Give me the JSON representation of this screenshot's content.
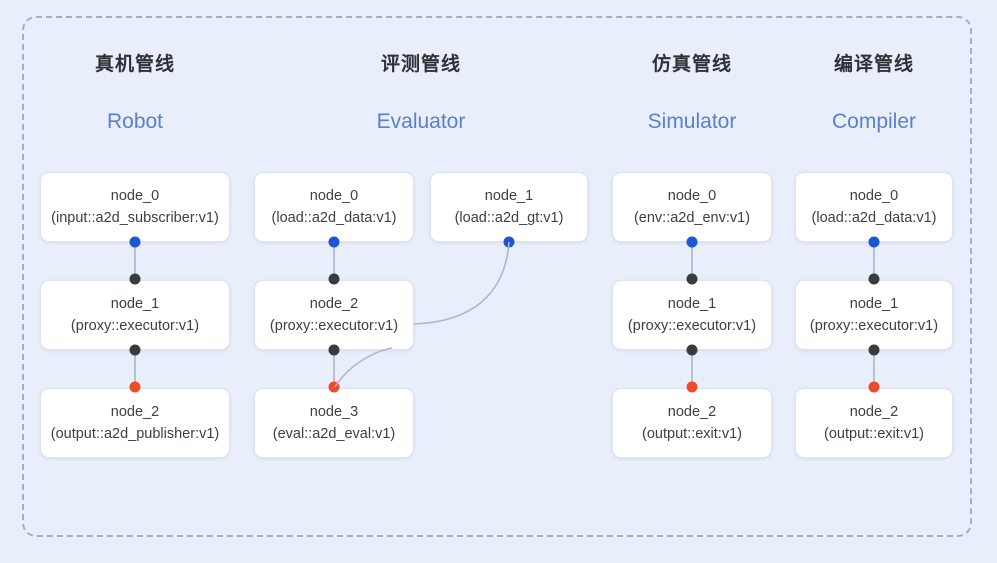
{
  "diagram": {
    "background_color": "#e9eefb",
    "frame": {
      "style": "dashed",
      "color": "#a8aebd"
    },
    "accent_colors": {
      "subtitle": "#5b7fce",
      "input_port": "#1a56d6",
      "relay_port": "#3b3b3f",
      "output_port": "#ee4b2b",
      "edge": "#b0b7c7"
    }
  },
  "columns": [
    {
      "id": "robot",
      "title": "真机管线",
      "subtitle": "Robot",
      "nodes": [
        {
          "id": "node_0",
          "type": "(input::a2d_subscriber:v1)"
        },
        {
          "id": "node_1",
          "type": "(proxy::executor:v1)"
        },
        {
          "id": "node_2",
          "type": "(output::a2d_publisher:v1)"
        }
      ]
    },
    {
      "id": "evaluator",
      "title": "评测管线",
      "subtitle": "Evaluator",
      "nodes": [
        {
          "id": "node_0",
          "type": "(load::a2d_data:v1)"
        },
        {
          "id": "node_2",
          "type": "(proxy::executor:v1)"
        },
        {
          "id": "node_3",
          "type": "(eval::a2d_eval:v1)"
        }
      ],
      "side_nodes": [
        {
          "id": "node_1",
          "type": "(load::a2d_gt:v1)"
        }
      ]
    },
    {
      "id": "simulator",
      "title": "仿真管线",
      "subtitle": "Simulator",
      "nodes": [
        {
          "id": "node_0",
          "type": "(env::a2d_env:v1)"
        },
        {
          "id": "node_1",
          "type": "(proxy::executor:v1)"
        },
        {
          "id": "node_2",
          "type": "(output::exit:v1)"
        }
      ]
    },
    {
      "id": "compiler",
      "title": "编译管线",
      "subtitle": "Compiler",
      "nodes": [
        {
          "id": "node_0",
          "type": "(load::a2d_data:v1)"
        },
        {
          "id": "node_1",
          "type": "(proxy::executor:v1)"
        },
        {
          "id": "node_2",
          "type": "(output::exit:v1)"
        }
      ]
    }
  ]
}
